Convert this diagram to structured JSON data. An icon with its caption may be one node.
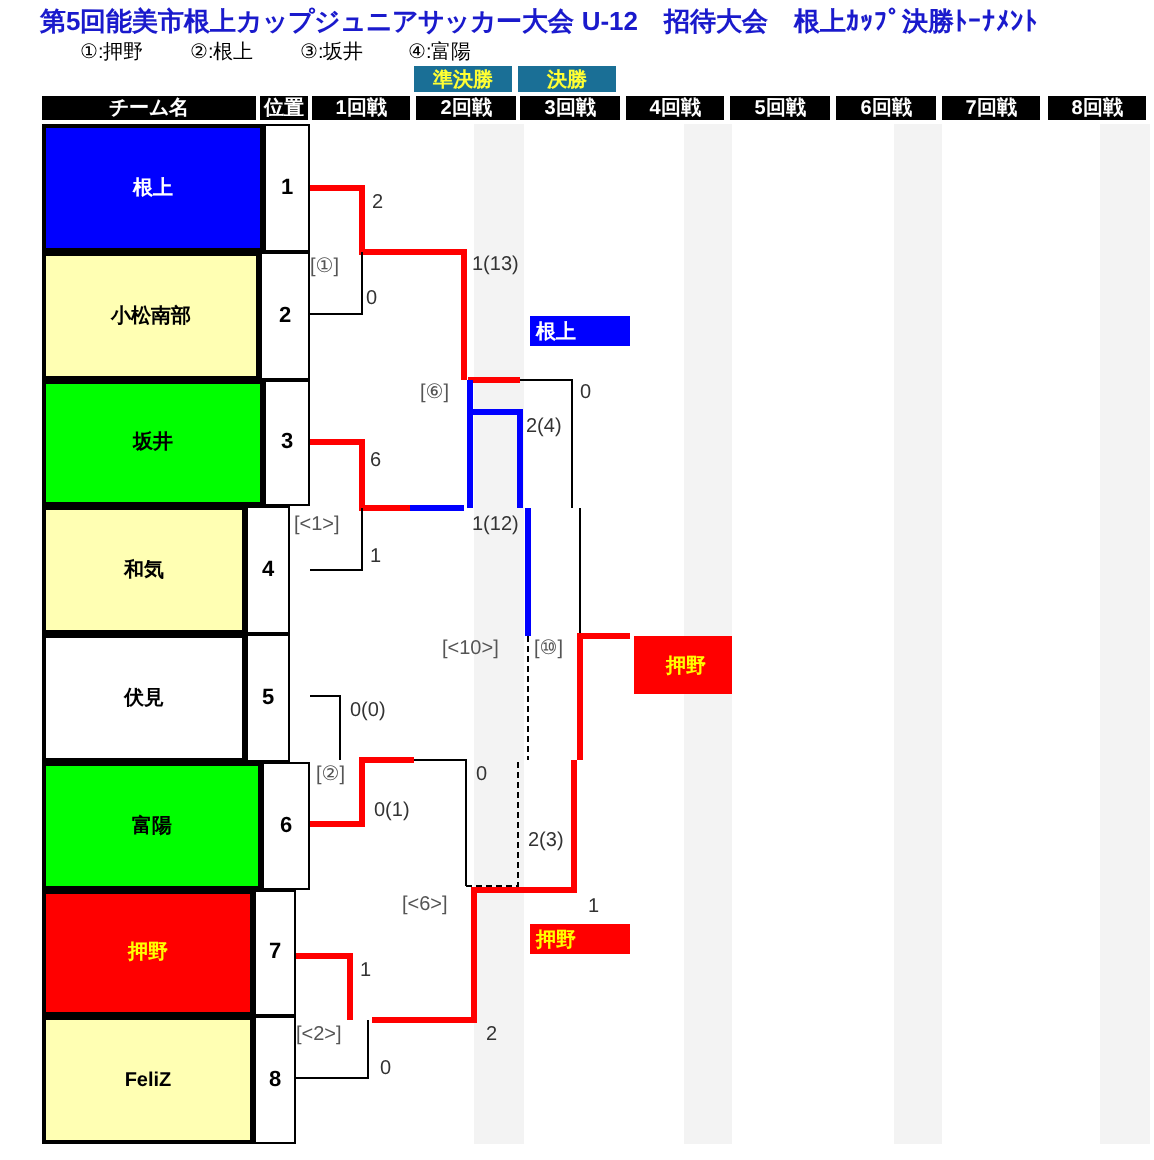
{
  "diagram": {
    "title": "第5回能美市根上カップジュニアサッカー大会 U-12　招待大会　根上ｶｯﾌﾟ決勝ﾄｰﾅﾒﾝﾄ",
    "nodes": [
      {
        "text": [
          "根上"
        ]
      },
      {
        "text": [
          "1"
        ]
      },
      {
        "text": [
          "小松南部"
        ]
      },
      {
        "text": [
          "2"
        ]
      },
      {
        "text": [
          "根上"
        ]
      },
      {
        "text": [
          "坂井"
        ]
      },
      {
        "text": [
          "3"
        ]
      },
      {
        "text": [
          "和気"
        ]
      },
      {
        "text": [
          "4"
        ]
      },
      {
        "text": [
          "伏見"
        ]
      },
      {
        "text": [
          "5"
        ]
      },
      {
        "text": [
          "押野"
        ]
      },
      {
        "text": [
          "富陽"
        ]
      },
      {
        "text": [
          "6"
        ]
      },
      {
        "text": [
          "押野"
        ]
      },
      {
        "text": [
          "7"
        ]
      },
      {
        "text": [
          "押野"
        ]
      },
      {
        "text": [
          "FeliZ"
        ]
      },
      {
        "text": [
          "8"
        ]
      }
    ],
    "labels": [
      "①:押野",
      "②:根上",
      "③:坂井",
      "④:富陽",
      "準決勝",
      "決勝",
      "チーム名",
      "位置",
      "1回戦",
      "2回戦",
      "3回戦",
      "4回戦",
      "5回戦",
      "6回戦",
      "7回戦",
      "8回戦",
      "2",
      "[①]",
      "1(13)",
      "0",
      "[⑥]",
      "0",
      "2(4)",
      "6",
      "[<1>]",
      "1(12)",
      "1",
      "[<10>]",
      "[⑩]",
      "0(0)",
      "[②]",
      "0",
      "0(1)",
      "2(3)",
      "[<6>]",
      "1",
      "1",
      "[<2>]",
      "2",
      "0"
    ]
  }
}
